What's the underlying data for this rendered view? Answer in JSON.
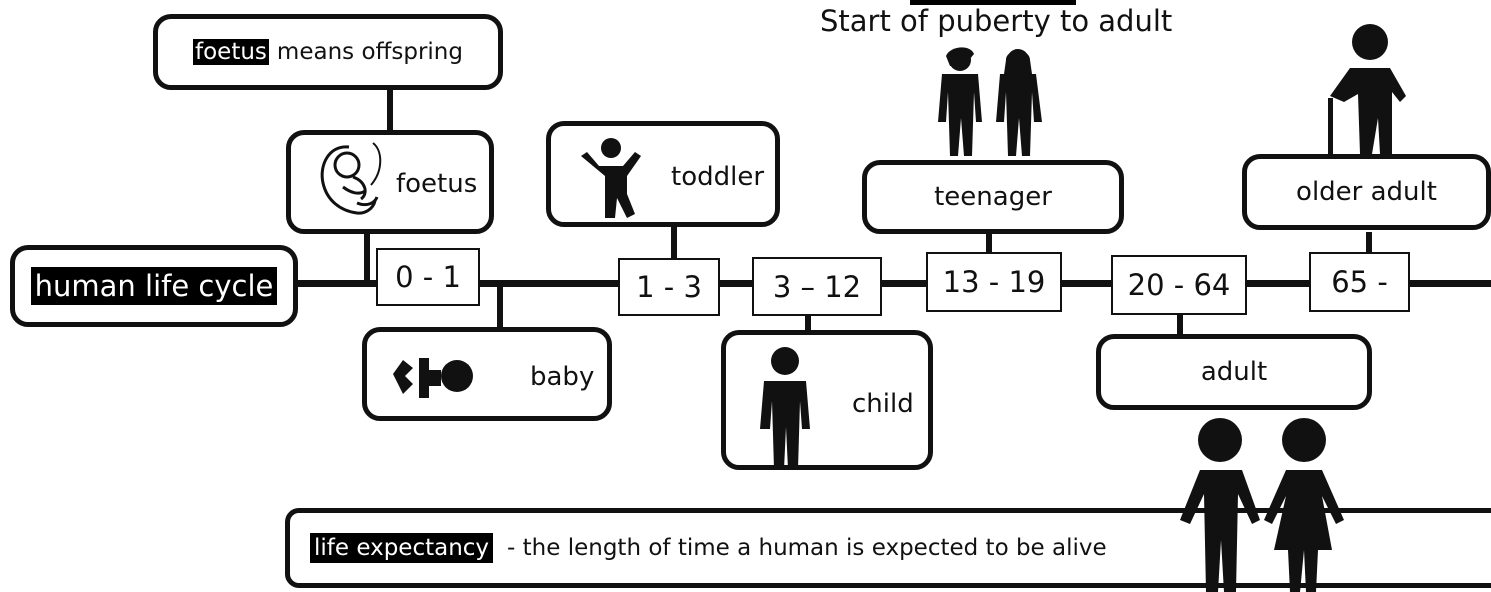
{
  "header": {
    "puberty_text": "Start of puberty to adult"
  },
  "title": {
    "text": "human life cycle"
  },
  "note": {
    "highlight": "foetus",
    "rest": "means offspring"
  },
  "stages": {
    "foetus": "foetus",
    "baby": "baby",
    "toddler": "toddler",
    "child": "child",
    "teenager": "teenager",
    "adult": "adult",
    "older_adult": "older adult"
  },
  "ages": {
    "foetus_baby": "0 - 1",
    "toddler": "1 - 3",
    "child": "3 – 12",
    "teenager": "13 - 19",
    "adult": "20 - 64",
    "older_adult": "65 -"
  },
  "definition": {
    "term": "life expectancy",
    "text": "- the length of time a human is expected to be alive"
  },
  "icons": [
    "foetus-icon",
    "baby-icon",
    "toddler-icon",
    "child-icon",
    "teenagers-icon",
    "adults-icon",
    "older-adult-icon"
  ]
}
